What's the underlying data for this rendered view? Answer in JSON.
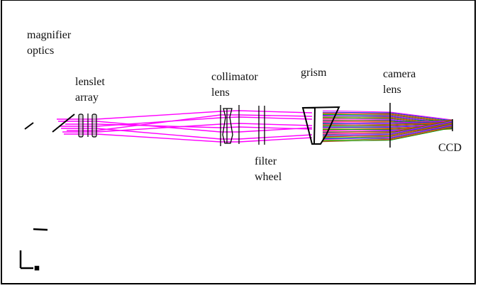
{
  "labels": {
    "magnifier": [
      "magnifier",
      "optics"
    ],
    "lenslet": [
      "lenslet",
      "array"
    ],
    "collimator": [
      "collimator",
      "lens"
    ],
    "filter": [
      "filter",
      "wheel"
    ],
    "grism": [
      "grism"
    ],
    "camera": [
      "camera",
      "lens"
    ],
    "ccd": [
      "CCD"
    ]
  },
  "colors": {
    "ray": "#ff00ff",
    "dispersed": [
      "#ff00ff",
      "#2020ff",
      "#8a8a00",
      "#ff2020",
      "#00a000"
    ],
    "optics": "#000000"
  }
}
